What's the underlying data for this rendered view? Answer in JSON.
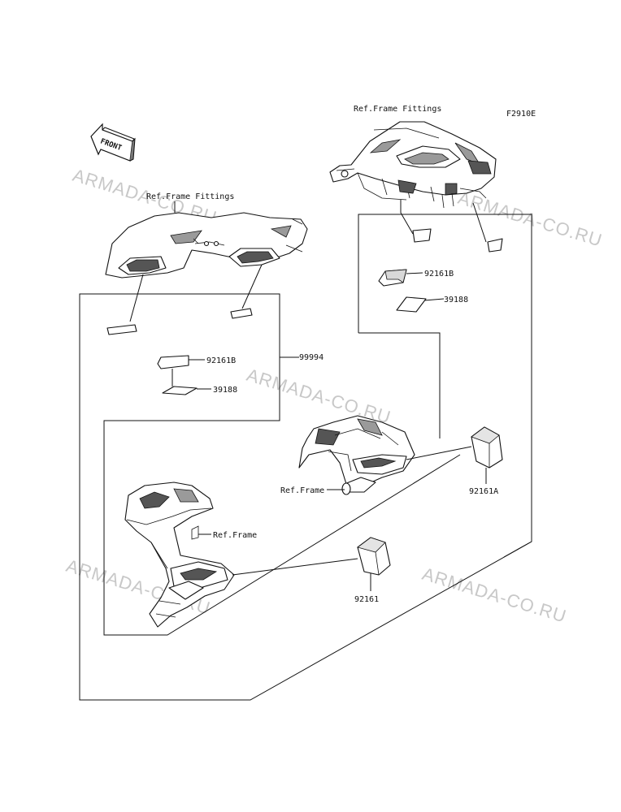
{
  "diagram": {
    "figure_code": "F2910E",
    "direction_label": "FRONT",
    "watermark": "ARMADA-CO.RU",
    "labels": {
      "ref_frame_fittings_top": "Ref.Frame Fittings",
      "ref_frame_fittings_left": "Ref.Frame Fittings",
      "part_92161B_right": "92161B",
      "part_39188_right": "39188",
      "part_92161B_left": "92161B",
      "part_39188_left": "39188",
      "part_99994": "99994",
      "ref_frame_right": "Ref.Frame",
      "part_92161A": "92161A",
      "ref_frame_left": "Ref.Frame",
      "part_92161": "92161"
    },
    "colors": {
      "line": "#111111",
      "watermark": "#c8c8c8",
      "shade": "#9a9a9a"
    }
  }
}
